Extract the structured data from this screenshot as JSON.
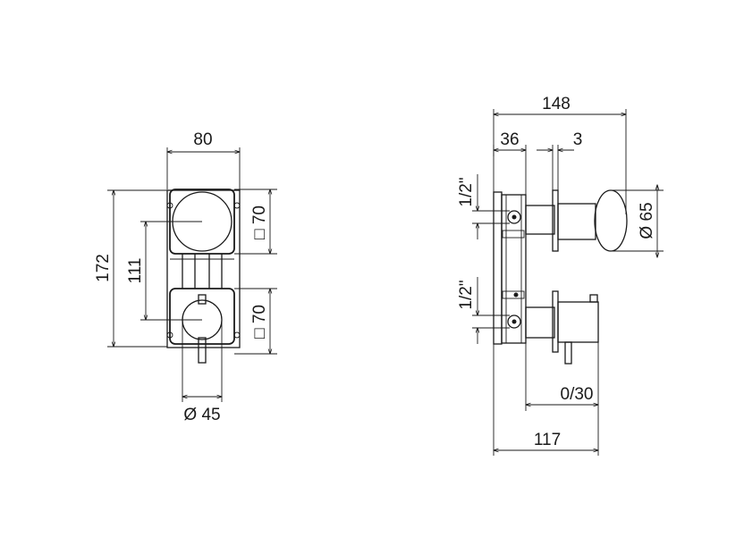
{
  "front_view": {
    "width_label": "80",
    "height_total_label": "172",
    "center_distance_label": "111",
    "plate_upper_label": "□ 70",
    "plate_lower_label": "□ 70",
    "handle_diameter_label": "Ø 45"
  },
  "side_view": {
    "depth_total_label": "148",
    "body_depth_label": "36",
    "plate_thickness_label": "3",
    "thread_upper_label": "1/2\"",
    "thread_lower_label": "1/2\"",
    "knob_diameter_label": "Ø 65",
    "adjustment_range_label": "0/30",
    "installation_depth_label": "117"
  },
  "colors": {
    "line": "#1a1a1a",
    "background": "#ffffff"
  }
}
